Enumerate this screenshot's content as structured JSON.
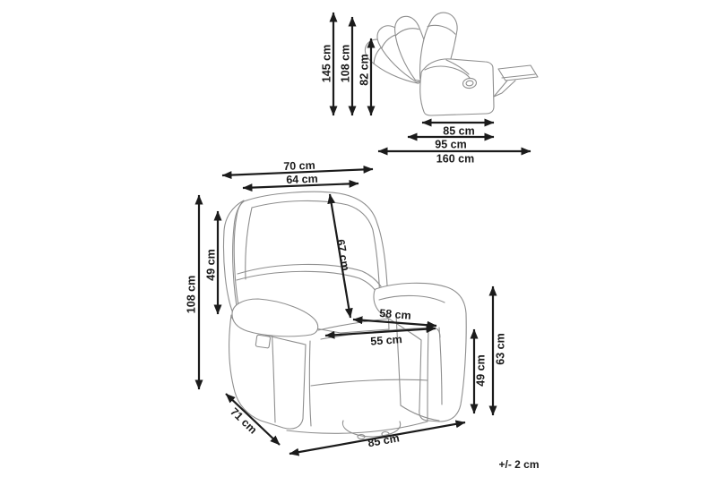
{
  "diagram": {
    "side_view": {
      "vertical": {
        "total_height": "145 cm",
        "back_height": "108 cm",
        "seat_back_height": "82 cm"
      },
      "horizontal": {
        "base_depth": "85 cm",
        "overall_depth": "95 cm",
        "reclined_length": "160 cm"
      }
    },
    "front_view": {
      "overall_width": "70 cm",
      "backrest_width": "64 cm",
      "overall_height": "108 cm",
      "left_arm_height": "49 cm",
      "backrest_length": "67 cm",
      "seat_width_back": "58 cm",
      "seat_width_front": "55 cm",
      "seat_height": "49 cm",
      "right_arm_height": "63 cm",
      "depth": "71 cm",
      "base_width": "85 cm"
    },
    "tolerance": "+/- 2 cm"
  },
  "colors": {
    "background": "#ffffff",
    "line_art": "#8e8e8e",
    "dimension": "#1b1b1b"
  }
}
